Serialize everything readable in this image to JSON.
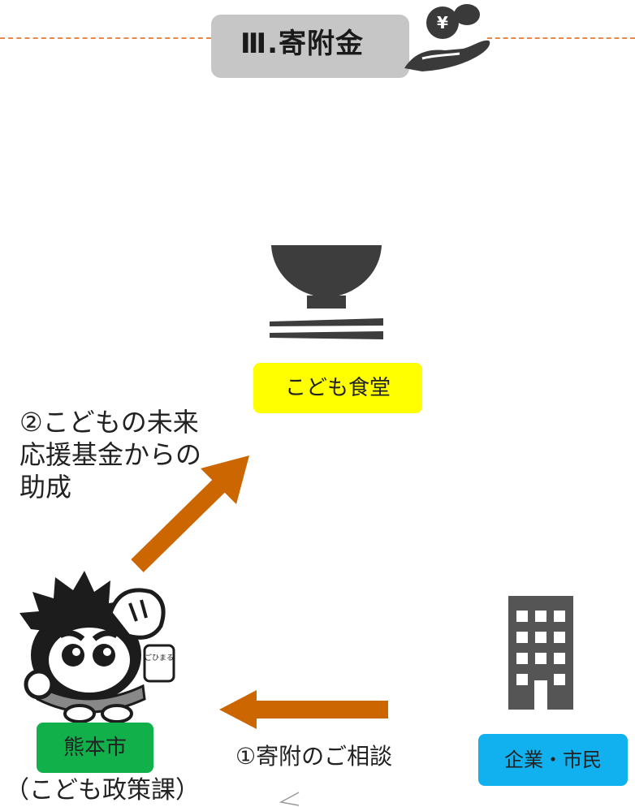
{
  "header": {
    "title": "Ⅲ.寄附金",
    "line_color": "#e8894a",
    "box_color": "#c6c6c6"
  },
  "nodes": {
    "cafeteria": {
      "label": "こども食堂",
      "color": "#ffff00",
      "icon": "rice-bowl-icon"
    },
    "city": {
      "label": "熊本市",
      "sublabel": "（こども政策課）",
      "color": "#11b04b",
      "icon": "mascot-character"
    },
    "donors": {
      "label": "企業・市民",
      "color": "#11b0ef",
      "icon": "building-icon"
    }
  },
  "flows": {
    "grant": {
      "line1": "②こどもの未来",
      "line2": "応援基金からの",
      "line3": "助成",
      "color": "#cc6600"
    },
    "donation": {
      "label": "①寄附のご相談",
      "color": "#cc6600"
    }
  },
  "mascot": {
    "badge_text": "ごひまる"
  }
}
